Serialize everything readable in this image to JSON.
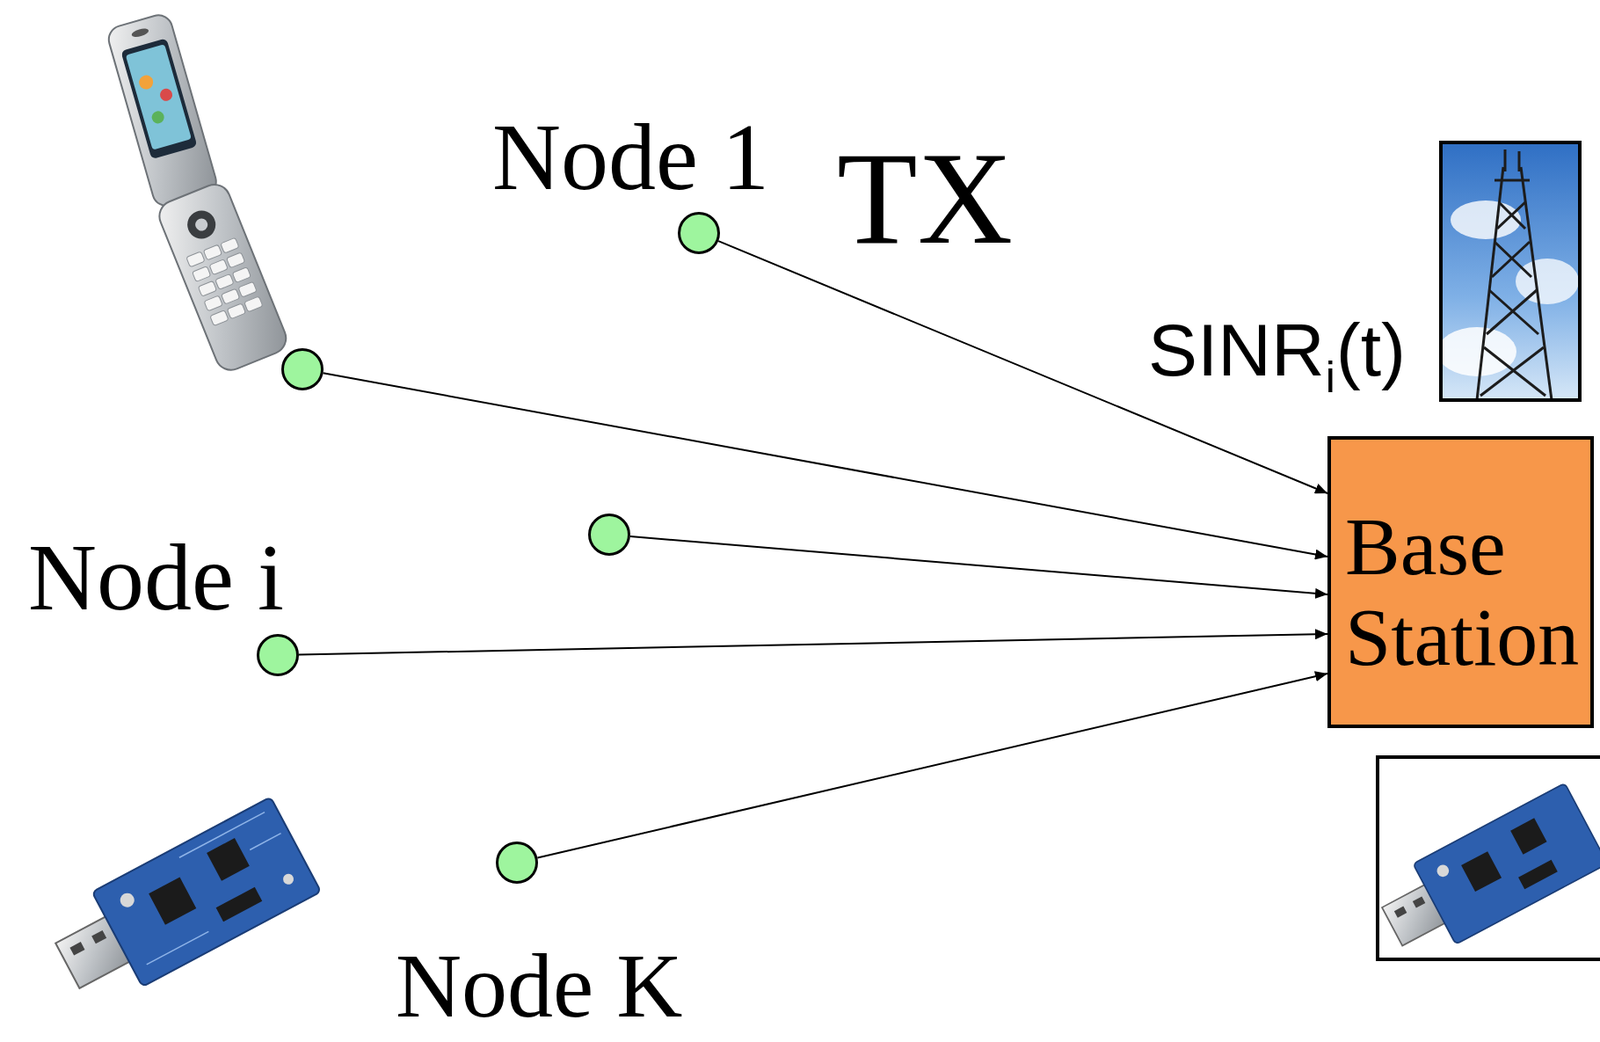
{
  "diagram": {
    "nodes": [
      {
        "text": [
          "Node 1"
        ]
      },
      {
        "text": []
      },
      {
        "text": []
      },
      {
        "text": [
          "Node i"
        ]
      },
      {
        "text": [
          "Node K"
        ]
      },
      {
        "text": [
          "Base Station"
        ]
      }
    ],
    "edges": [
      {
        "from": 0,
        "to": 5,
        "arrow": "to"
      },
      {
        "from": 1,
        "to": 5,
        "arrow": "to"
      },
      {
        "from": 2,
        "to": 5,
        "arrow": "to"
      },
      {
        "from": 3,
        "to": 5,
        "arrow": "to"
      },
      {
        "from": 4,
        "to": 5,
        "arrow": "to"
      }
    ],
    "labels": [
      "TX",
      "SINR",
      "i",
      "(t)"
    ]
  }
}
